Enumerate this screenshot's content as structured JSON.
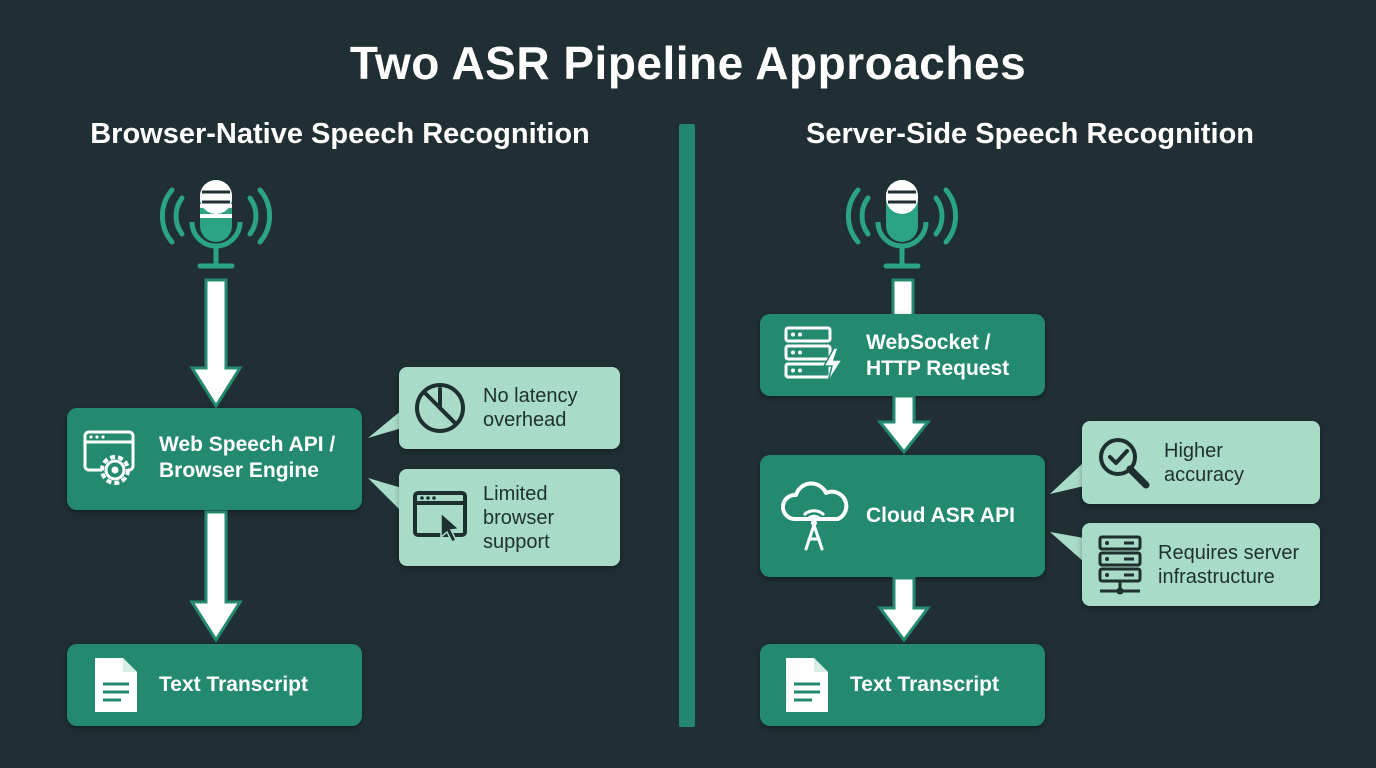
{
  "title": "Two ASR Pipeline Approaches",
  "left": {
    "heading": "Browser-Native Speech Recognition",
    "engine": {
      "line1": "Web Speech API /",
      "line2": "Browser Engine"
    },
    "transcript": "Text Transcript",
    "callouts": [
      {
        "line1": "No latency",
        "line2": "overhead",
        "icon": "no-symbol-icon"
      },
      {
        "line1": "Limited",
        "line2": "browser",
        "line3": "support",
        "icon": "browser-cursor-icon"
      }
    ]
  },
  "right": {
    "heading": "Server-Side Speech Recognition",
    "request": {
      "line1": "WebSocket /",
      "line2": "HTTP Request"
    },
    "cloud": "Cloud ASR API",
    "transcript": "Text Transcript",
    "callouts": [
      {
        "line1": "Higher",
        "line2": "accuracy",
        "icon": "magnifier-check-icon"
      },
      {
        "line1": "Requires server",
        "line2": "infrastructure",
        "icon": "server-rack-icon"
      }
    ]
  },
  "colors": {
    "background": "#1f2f33",
    "node": "#248a6f",
    "callout": "#a9dcc8",
    "divider": "#23866f",
    "icon_dark": "#1d2f2f"
  }
}
